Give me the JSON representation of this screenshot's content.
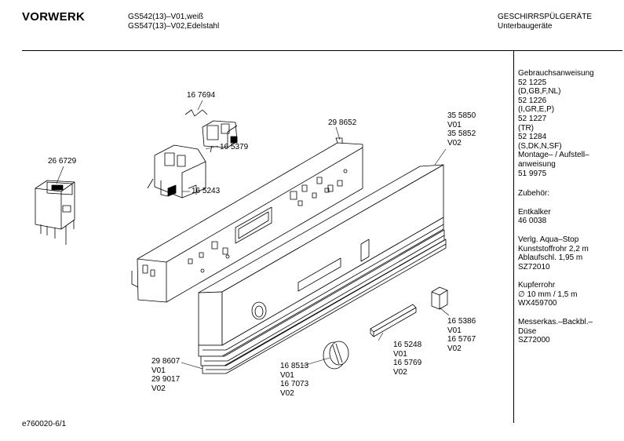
{
  "header": {
    "brand": "VORWERK",
    "model_line_1": "GS542(13)–V01,weiß",
    "model_line_2": "GS547(13)–V02,Edelstahl",
    "category_line_1": "GESCHIRRSPÜLGERÄTE",
    "category_line_2": "Unterbaugeräte"
  },
  "sidebar": {
    "documents": [
      "Gebrauchsanweisung",
      "52 1225",
      "(D,GB,F,NL)",
      "52 1226",
      "(I,GR,E,P)",
      "52 1227",
      "(TR)",
      "52 1284",
      "(S,DK,N,SF)",
      "Montage– / Aufstell–",
      "anweisung",
      "51 9975"
    ],
    "accessories_title": "Zubehör:",
    "items": [
      [
        "Entkalker",
        "46 0038"
      ],
      [
        "Verlg. Aqua–Stop",
        "Kunststoffrohr 2,2 m",
        "Ablaufschl. 1,95 m",
        "SZ72010"
      ],
      [
        "Kupferrohr",
        "∅ 10 mm / 1,5 m",
        "WX459700"
      ],
      [
        "Messerkas.–Backbl.–",
        "Düse",
        "SZ72000"
      ]
    ]
  },
  "parts": [
    {
      "name": "part-167694",
      "lines": [
        "16 7694"
      ]
    },
    {
      "name": "part-165379",
      "lines": [
        "16 5379"
      ]
    },
    {
      "name": "part-165243",
      "lines": [
        "16 5243"
      ]
    },
    {
      "name": "part-266729",
      "lines": [
        "26 6729"
      ]
    },
    {
      "name": "part-298652",
      "lines": [
        "29 8652"
      ]
    },
    {
      "name": "part-355850",
      "lines": [
        "35 5850",
        "V01",
        "35 5852",
        "V02"
      ]
    },
    {
      "name": "part-298607",
      "lines": [
        "29 8607",
        "V01",
        "29 9017",
        "V02"
      ]
    },
    {
      "name": "part-168513",
      "lines": [
        "16 8513",
        "V01",
        "16 7073",
        "V02"
      ]
    },
    {
      "name": "part-165248",
      "lines": [
        "16 5248",
        "V01",
        "16 5769",
        "V02"
      ]
    },
    {
      "name": "part-165386",
      "lines": [
        "16 5386",
        "V01",
        "16 5767",
        "V02"
      ]
    }
  ],
  "footer": {
    "code": "e760020-6/1"
  }
}
